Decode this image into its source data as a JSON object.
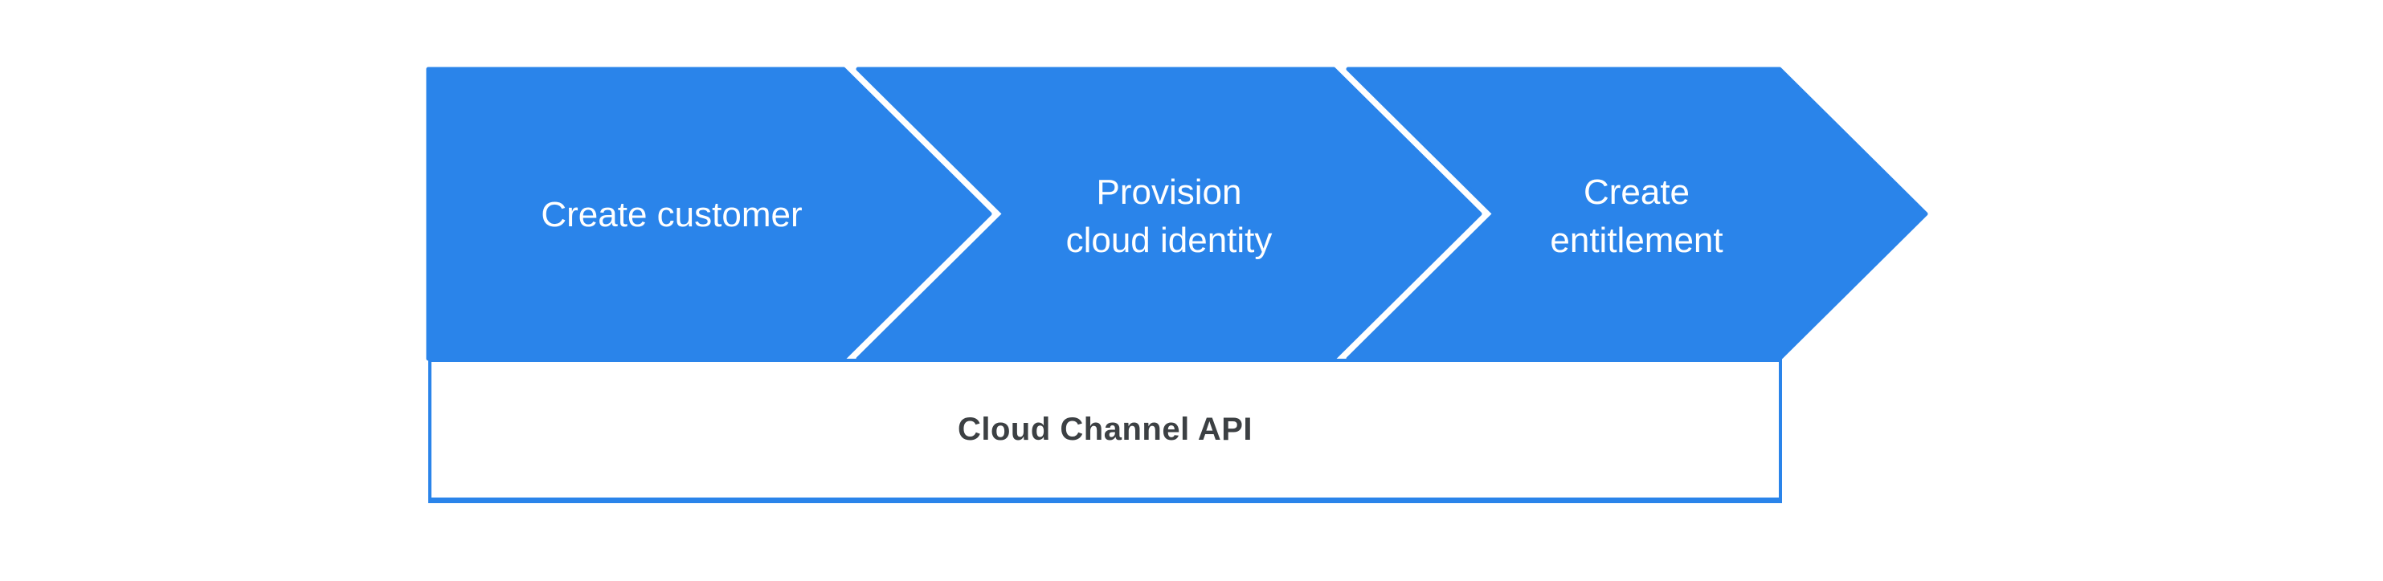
{
  "colors": {
    "accent_blue": "#2a84ea",
    "step_text": "#ffffff",
    "api_text": "#3c4043",
    "background": "#ffffff"
  },
  "steps": [
    {
      "line1": "Create customer",
      "line2": ""
    },
    {
      "line1": "Provision",
      "line2": "cloud identity"
    },
    {
      "line1": "Create",
      "line2": "entitlement"
    }
  ],
  "api_bar": {
    "label": "Cloud Channel API"
  }
}
